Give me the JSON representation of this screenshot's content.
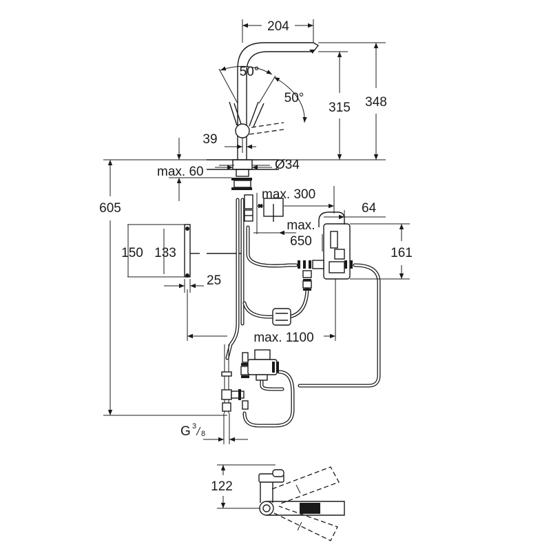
{
  "dimensions": {
    "spout_reach": "204",
    "lever_angle_1": "50°",
    "lever_angle_2": "50°",
    "spout_height": "315",
    "total_height": "348",
    "lever_offset": "39",
    "hole_diameter": "Ø34",
    "max_deck": "max. 60",
    "max_300": "max. 300",
    "dim_64": "64",
    "max_650_a": "max.",
    "max_650_b": "650",
    "dim_161": "161",
    "total_depth": "605",
    "bracket_150": "150",
    "bracket_133": "133",
    "bracket_25": "25",
    "max_1100": "max. 1100",
    "thread_g": "G",
    "thread_num": "3",
    "thread_den": "8",
    "top_view_122": "122"
  }
}
